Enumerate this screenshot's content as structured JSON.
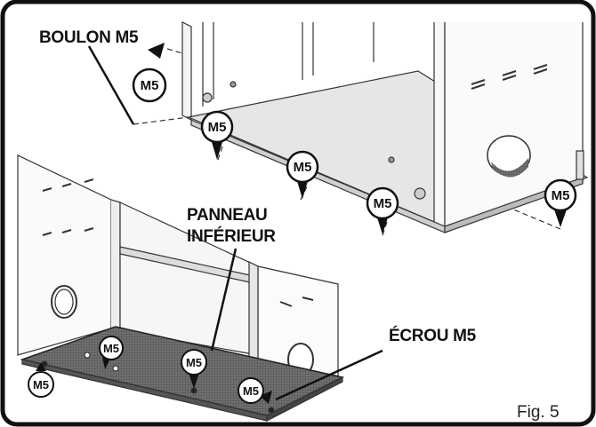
{
  "labels": {
    "bolt": "BOULON M5",
    "panel_line1": "PANNEAU",
    "panel_line2": "INFÉRIEUR",
    "nut": "ÉCROU M5",
    "figure": "Fig. 5"
  },
  "fastener_size": "M5",
  "colors": {
    "frame": "#111111",
    "line": "#222222",
    "panel_top": "#e4e4e4",
    "panel_bottom": "#8a8a8a",
    "bubble_fill": "#ffffff"
  }
}
